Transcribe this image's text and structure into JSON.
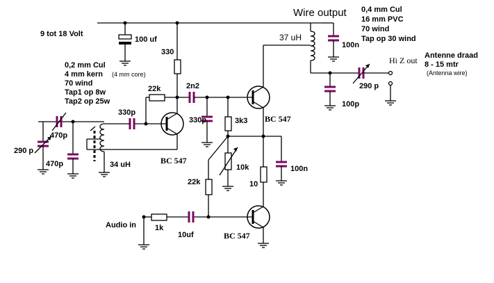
{
  "labels": {
    "supply": "9 tot 18 Volt",
    "c_supply": "100 uf",
    "r_330": "330",
    "coil_spec_1": "0,2 mm Cul",
    "coil_spec_2": "4 mm kern",
    "coil_spec_2b": "(4 mm core)",
    "coil_spec_3": "70 wind",
    "coil_spec_4": "Tap1 op 8w",
    "coil_spec_5": "Tap2 op 25w",
    "r_22k_top": "22k",
    "c_2n2": "2n2",
    "c_330p_left": "330p",
    "c_330p_bottom": "330p",
    "r_3k3": "3k3",
    "c_470p_top": "470p",
    "c_290p_left": "290 p",
    "c_470p_bottom": "470p",
    "l_34uh": "34 uH",
    "t1": "BC 547",
    "t2": "BC 547",
    "t3": "BC 547",
    "pot_10k": "10k",
    "c_100n_mid": "100n",
    "r_22k_bias": "22k",
    "r_10": "10",
    "audio_in": "Audio in",
    "r_1k": "1k",
    "c_10uf": "10uf",
    "wire_output": "Wire output",
    "l_37uh": "37 uH",
    "c_100n_top": "100n",
    "out_spec_1": "0,4 mm Cul",
    "out_spec_2": "16 mm PVC",
    "out_spec_3": "70 wind",
    "out_spec_4": "Tap op 30 wind",
    "hi_z": "Hi Z out",
    "c_290p_right": "290 p",
    "c_100p": "100p",
    "ant_1": "Antenne draad",
    "ant_2": "8 - 15 mtr",
    "ant_3": "(Antenna wire)"
  },
  "colors": {
    "wire": "#000000",
    "capacitor": "#7a0a5c"
  }
}
